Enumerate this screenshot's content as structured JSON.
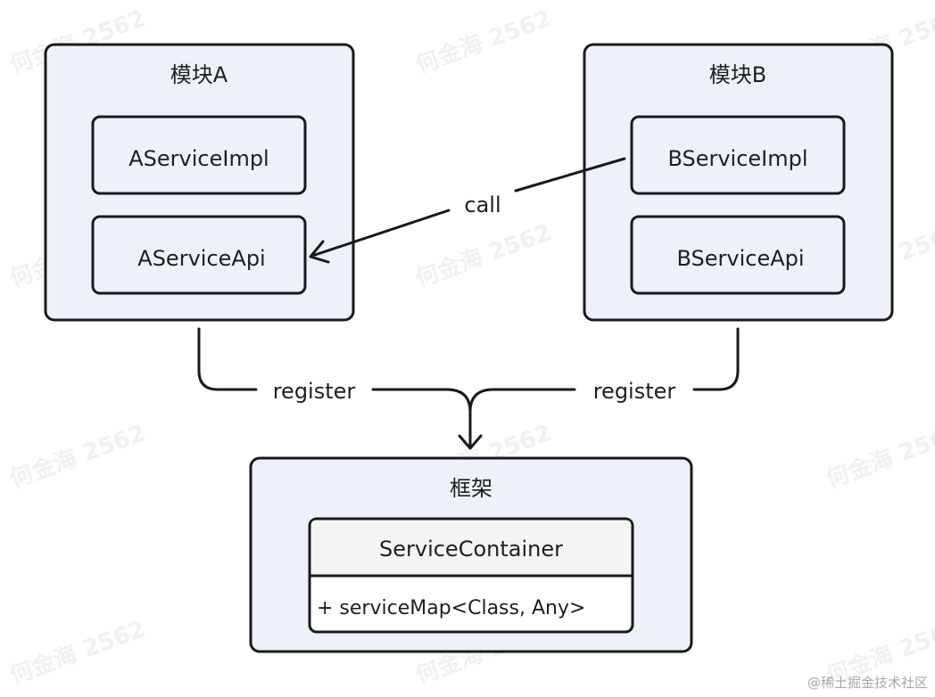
{
  "diagram": {
    "module_a": {
      "title": "模块A",
      "impl": "AServiceImpl",
      "api": "AServiceApi"
    },
    "module_b": {
      "title": "模块B",
      "impl": "BServiceImpl",
      "api": "BServiceApi"
    },
    "framework": {
      "title": "框架",
      "class_name": "ServiceContainer",
      "member": "+ serviceMap<Class, Any>"
    },
    "edges": {
      "call": "call",
      "register_left": "register",
      "register_right": "register"
    }
  },
  "watermark": {
    "text": "何金海 2562"
  },
  "credit": "@稀土掘金技术社区",
  "colors": {
    "module_fill": "#eef1fa",
    "box_fill": "#eef1fa",
    "class_header_fill": "#f4f4f4",
    "class_body_fill": "#ffffff",
    "stroke": "#1a1a1a"
  }
}
